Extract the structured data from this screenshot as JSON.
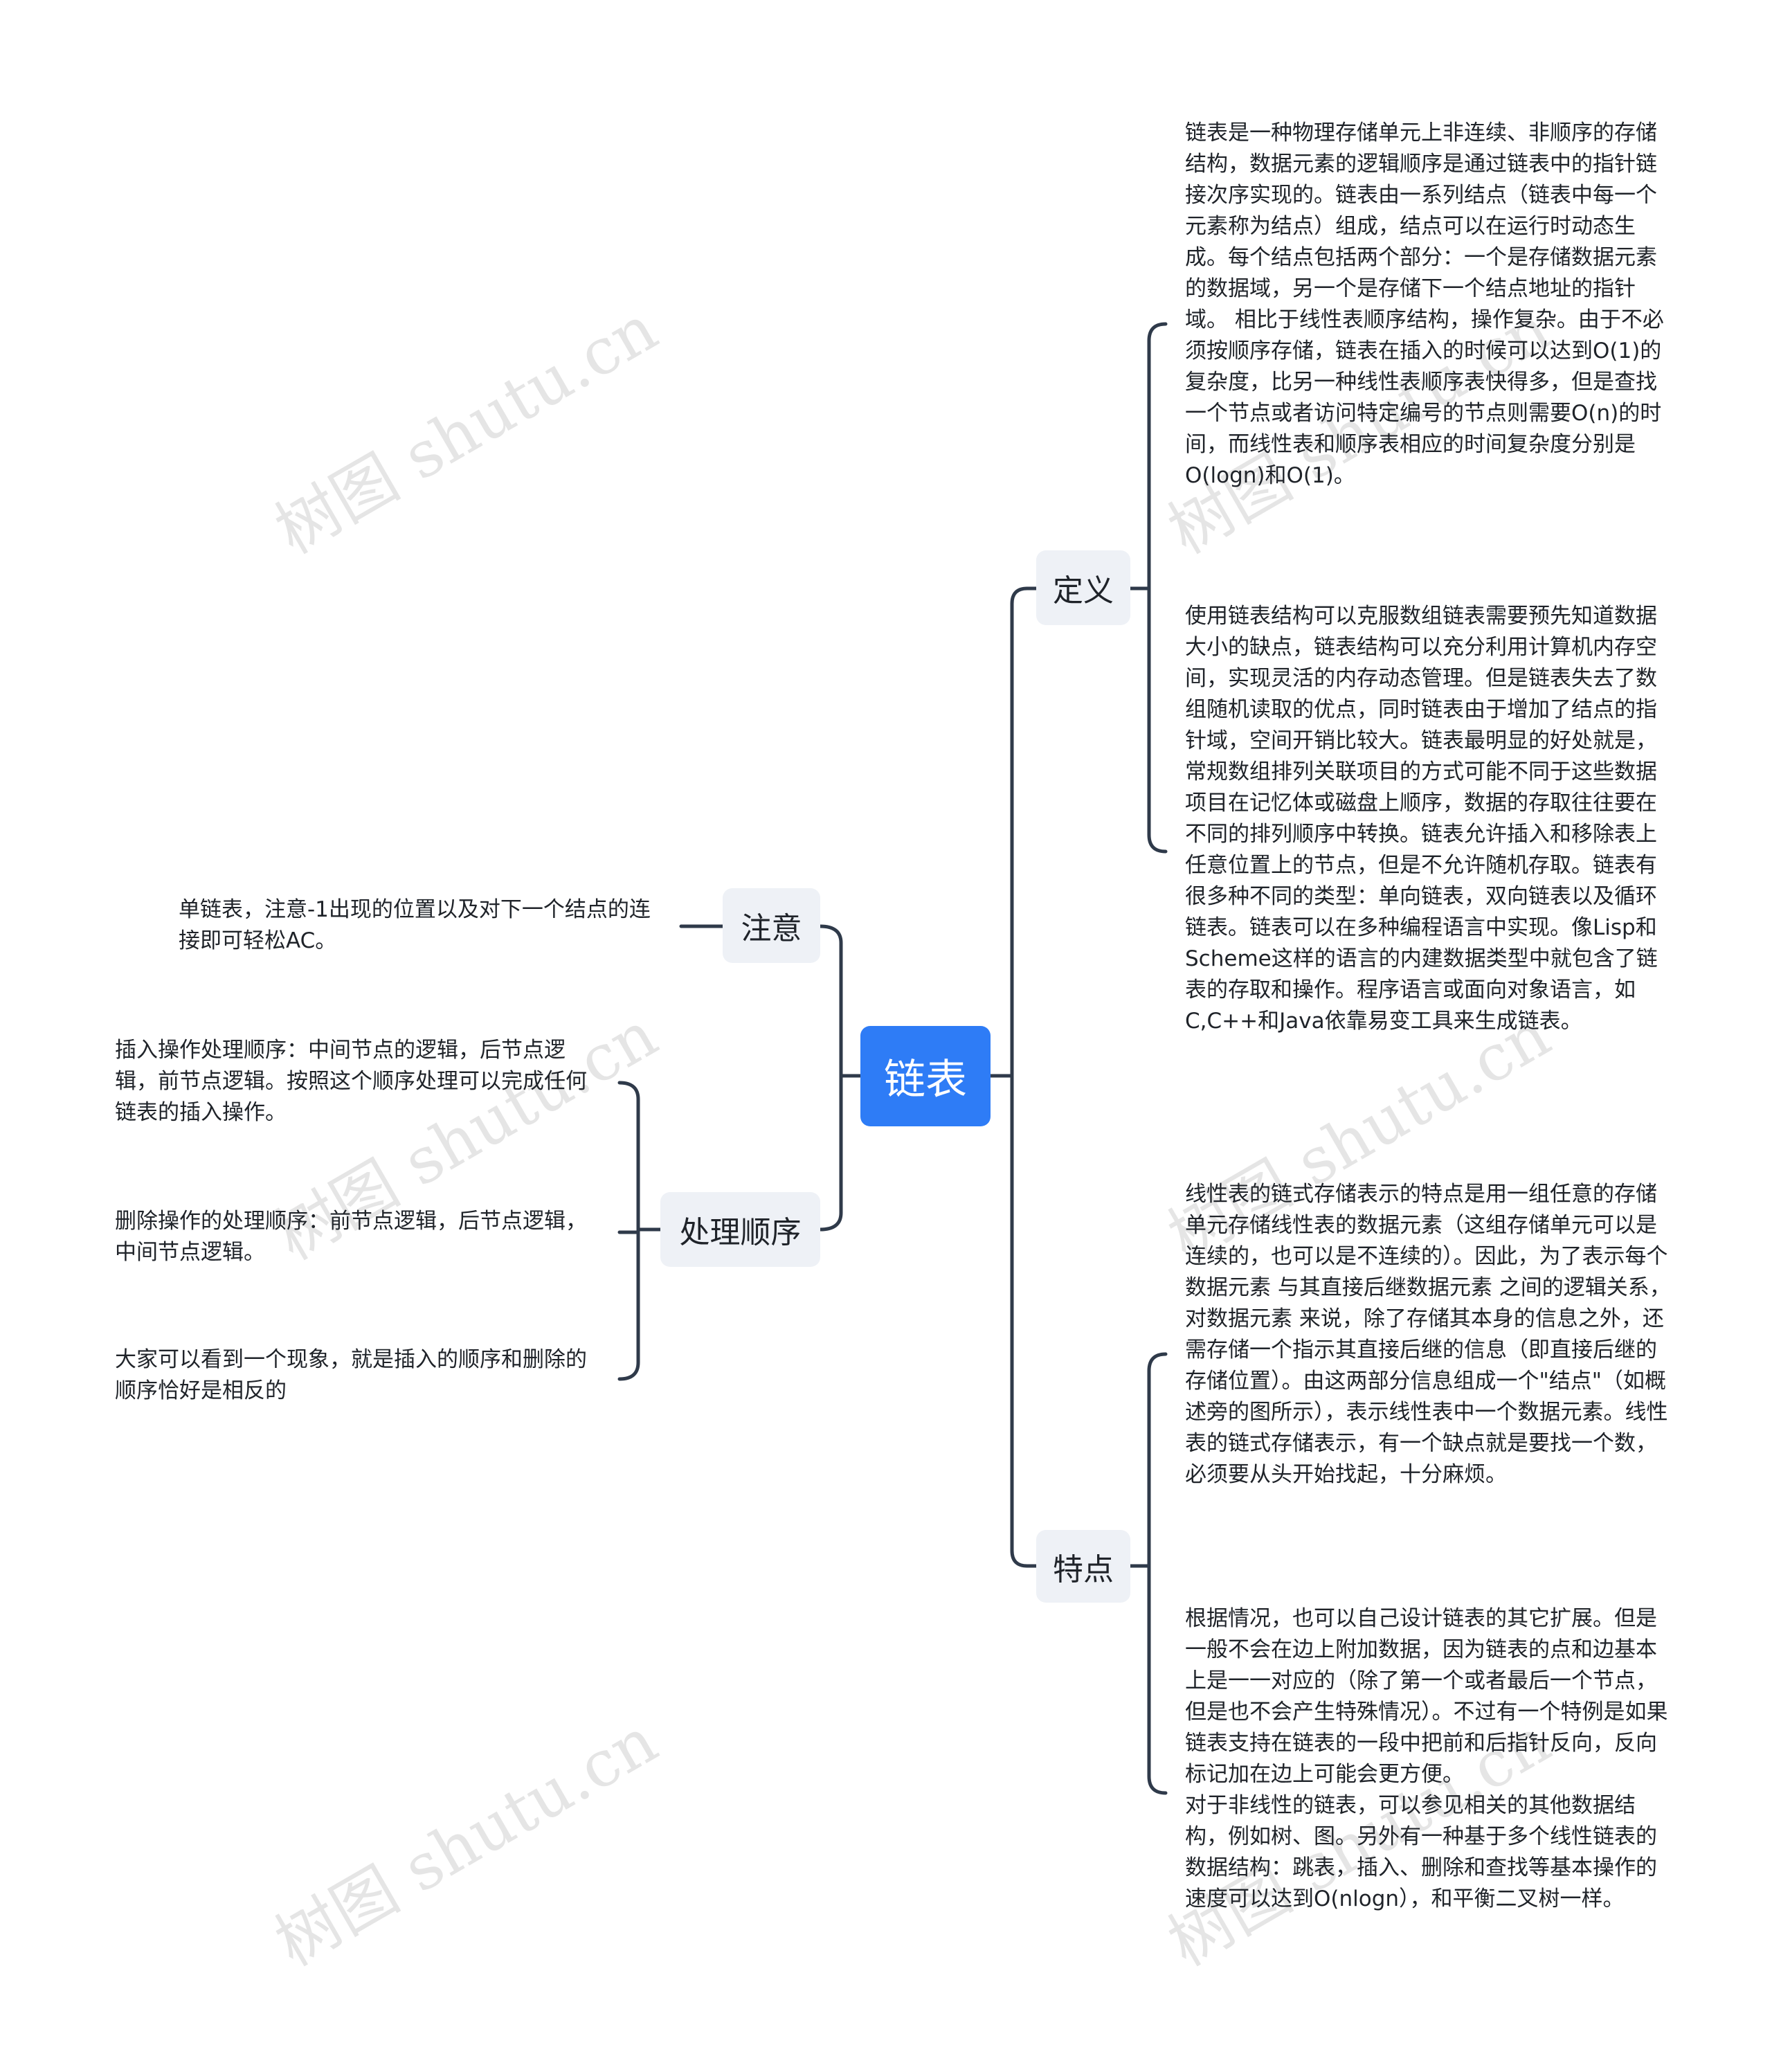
{
  "root": {
    "label": "链表"
  },
  "right": [
    {
      "label": "定义",
      "children": [
        "链表是一种物理存储单元上非连续、非顺序的存储结构，数据元素的逻辑顺序是通过链表中的指针链接次序实现的。链表由一系列结点（链表中每一个元素称为结点）组成，结点可以在运行时动态生成。每个结点包括两个部分：一个是存储数据元素的数据域，另一个是存储下一个结点地址的指针域。 相比于线性表顺序结构，操作复杂。由于不必须按顺序存储，链表在插入的时候可以达到O(1)的复杂度，比另一种线性表顺序表快得多，但是查找一个节点或者访问特定编号的节点则需要O(n)的时间，而线性表和顺序表相应的时间复杂度分别是O(logn)和O(1)。",
        "使用链表结构可以克服数组链表需要预先知道数据大小的缺点，链表结构可以充分利用计算机内存空间，实现灵活的内存动态管理。但是链表失去了数组随机读取的优点，同时链表由于增加了结点的指针域，空间开销比较大。链表最明显的好处就是，常规数组排列关联项目的方式可能不同于这些数据项目在记忆体或磁盘上顺序，数据的存取往往要在不同的排列顺序中转换。链表允许插入和移除表上任意位置上的节点，但是不允许随机存取。链表有很多种不同的类型：单向链表，双向链表以及循环链表。链表可以在多种编程语言中实现。像Lisp和Scheme这样的语言的内建数据类型中就包含了链表的存取和操作。程序语言或面向对象语言，如C,C++和Java依靠易变工具来生成链表。"
      ]
    },
    {
      "label": "特点",
      "children": [
        "线性表的链式存储表示的特点是用一组任意的存储单元存储线性表的数据元素（这组存储单元可以是连续的，也可以是不连续的）。因此，为了表示每个数据元素 与其直接后继数据元素 之间的逻辑关系，对数据元素 来说，除了存储其本身的信息之外，还需存储一个指示其直接后继的信息（即直接后继的存储位置）。由这两部分信息组成一个\"结点\"（如概述旁的图所示），表示线性表中一个数据元素。线性表的链式存储表示，有一个缺点就是要找一个数，必须要从头开始找起，十分麻烦。",
        "根据情况，也可以自己设计链表的其它扩展。但是一般不会在边上附加数据，因为链表的点和边基本上是一一对应的（除了第一个或者最后一个节点，但是也不会产生特殊情况）。不过有一个特例是如果链表支持在链表的一段中把前和后指针反向，反向标记加在边上可能会更方便。\n对于非线性的链表，可以参见相关的其他数据结构，例如树、图。另外有一种基于多个线性链表的数据结构：跳表，插入、删除和查找等基本操作的速度可以达到O(nlogn），和平衡二叉树一样。"
      ]
    }
  ],
  "left": [
    {
      "label": "注意",
      "children": [
        "单链表，注意-1出现的位置以及对下一个结点的连接即可轻松AC。"
      ]
    },
    {
      "label": "处理顺序",
      "children": [
        "插入操作处理顺序：中间节点的逻辑，后节点逻辑，前节点逻辑。按照这个顺序处理可以完成任何链表的插入操作。",
        "删除操作的处理顺序：前节点逻辑，后节点逻辑，中间节点逻辑。",
        "大家可以看到一个现象，就是插入的顺序和删除的顺序恰好是相反的"
      ]
    }
  ],
  "watermark": "树图 shutu.cn",
  "colors": {
    "root": "#2e7cf6",
    "branch_bg": "#eef1f6",
    "line": "#2f3a4a",
    "text": "#1f2329"
  }
}
